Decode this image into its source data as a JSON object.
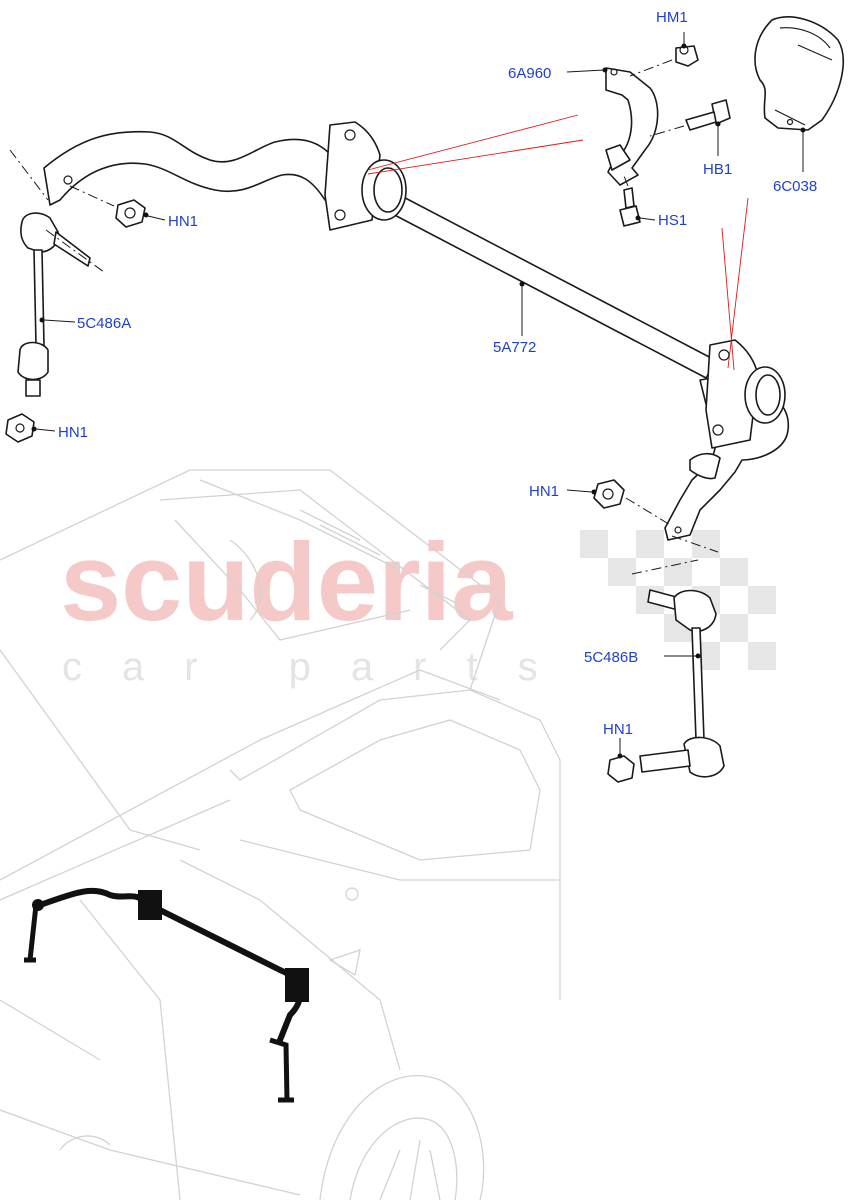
{
  "watermark": {
    "brand": "scuderia",
    "sub": "car parts"
  },
  "callouts": {
    "hm1": "HM1",
    "bracket": "6A960",
    "shield": "6C038",
    "hb1": "HB1",
    "hs1": "HS1",
    "hn1_top": "HN1",
    "link_a": "5C486A",
    "hn1_left": "HN1",
    "bar": "5A772",
    "hn1_right": "HN1",
    "link_b": "5C486B",
    "hn1_bottom": "HN1"
  }
}
